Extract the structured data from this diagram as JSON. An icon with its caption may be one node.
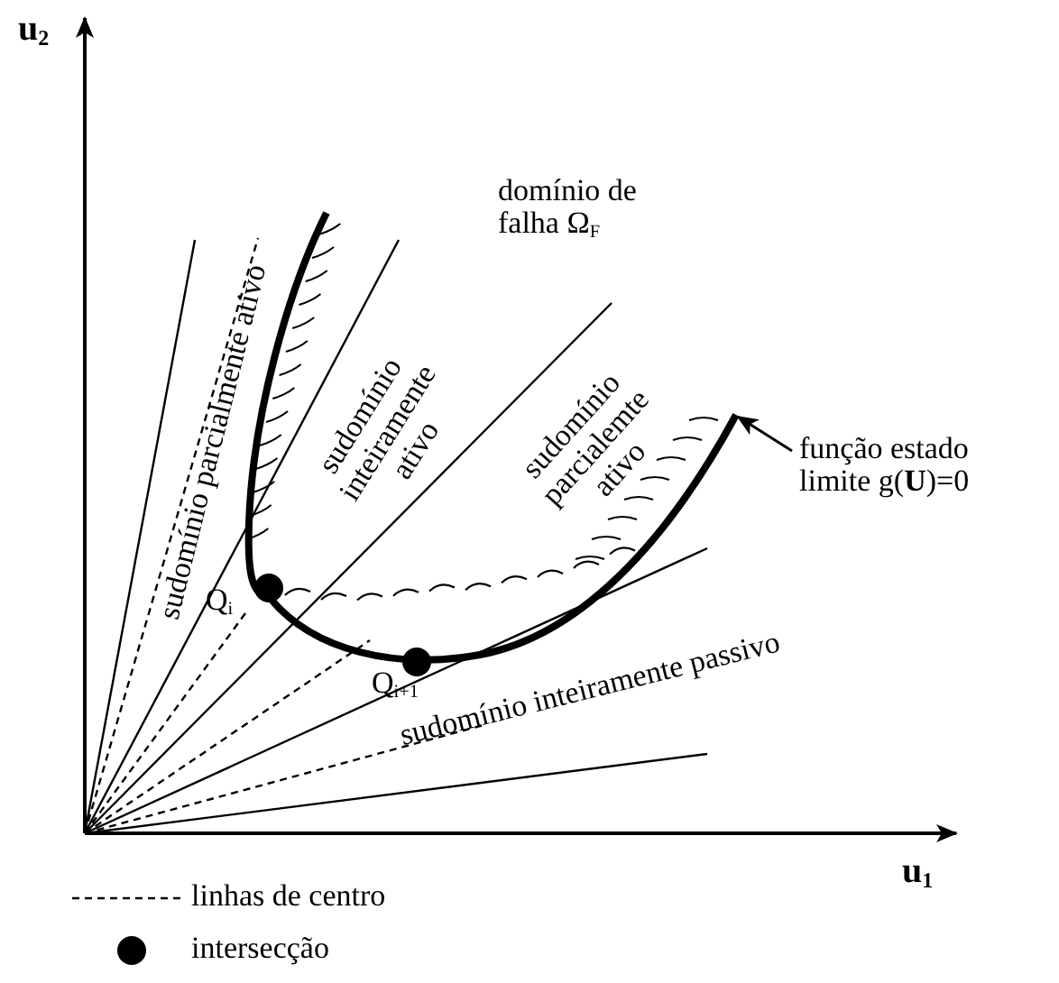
{
  "diagram": {
    "nodes": [
      {
        "text": [
          "função estado limite g(**U**)=0"
        ]
      },
      {
        "text": [],
        "shape": "curve"
      }
    ],
    "edges": [
      {
        "from": 0,
        "to": 1,
        "arrow": "to"
      }
    ],
    "labels": [
      "u$_{2}$",
      "domínio de falha  Ω$_{F}$",
      "sudomínio parcialmente ativo",
      "sudomínio inteiramente ativo",
      "sudomínio parcialemte ativo",
      "Q$_{i}$",
      "Q$_{i+1}$",
      "sudomínio inteiramente passivo",
      "u$_{1}$"
    ],
    "legend": [
      {
        "text": "linhas de centro"
      },
      {
        "text": "intersecção"
      }
    ]
  }
}
